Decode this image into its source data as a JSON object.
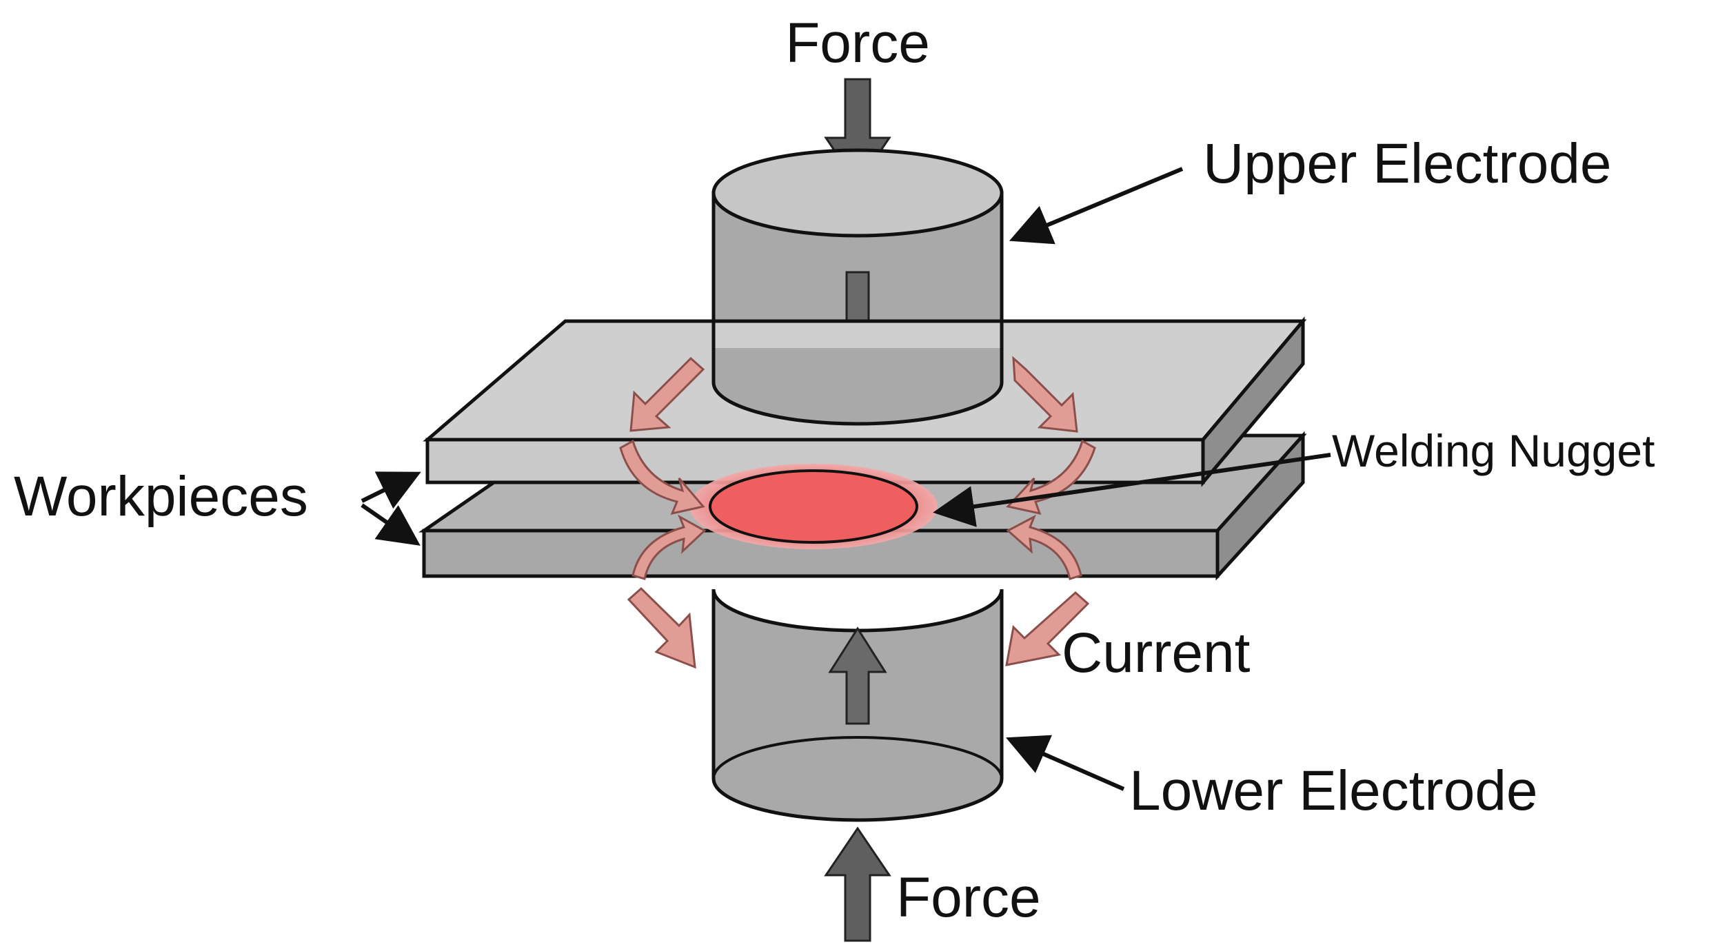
{
  "labels": {
    "force_top": "Force",
    "upper_electrode": "Upper Electrode",
    "welding_nugget": "Welding Nugget",
    "workpieces": "Workpieces",
    "current": "Current",
    "lower_electrode": "Lower Electrode",
    "force_bottom": "Force"
  },
  "colors": {
    "background": "#ffffff",
    "electrode_body": "#a9a9a9",
    "electrode_top": "#c6c6c6",
    "plate_top_face": "#cfcfcf",
    "plate_side_face": "#b4b4b4",
    "plate_end_face": "#8e8e8e",
    "force_arrow": "#5f5f5f",
    "current_arrow": "#e29c96",
    "nugget": "#ee6666",
    "outline": "#111111"
  }
}
